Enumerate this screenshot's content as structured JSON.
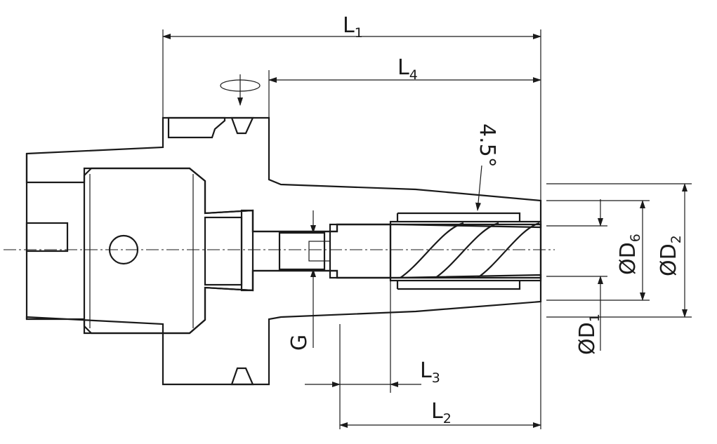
{
  "dimensions": {
    "L1": {
      "main": "L",
      "sub": "1"
    },
    "L4": {
      "main": "L",
      "sub": "4"
    },
    "L3": {
      "main": "L",
      "sub": "3"
    },
    "L2": {
      "main": "L",
      "sub": "2"
    },
    "D6": {
      "main": "ØD",
      "sub": "6"
    },
    "D2": {
      "main": "ØD",
      "sub": "2"
    },
    "D1": {
      "main": "ØD",
      "sub": "1"
    },
    "G": "G",
    "angle": "4.5°"
  },
  "colors": {
    "line": "#1a1a1a",
    "background": "#ffffff"
  },
  "icons": {
    "rotation": "rotation-direction-arrow-icon"
  }
}
